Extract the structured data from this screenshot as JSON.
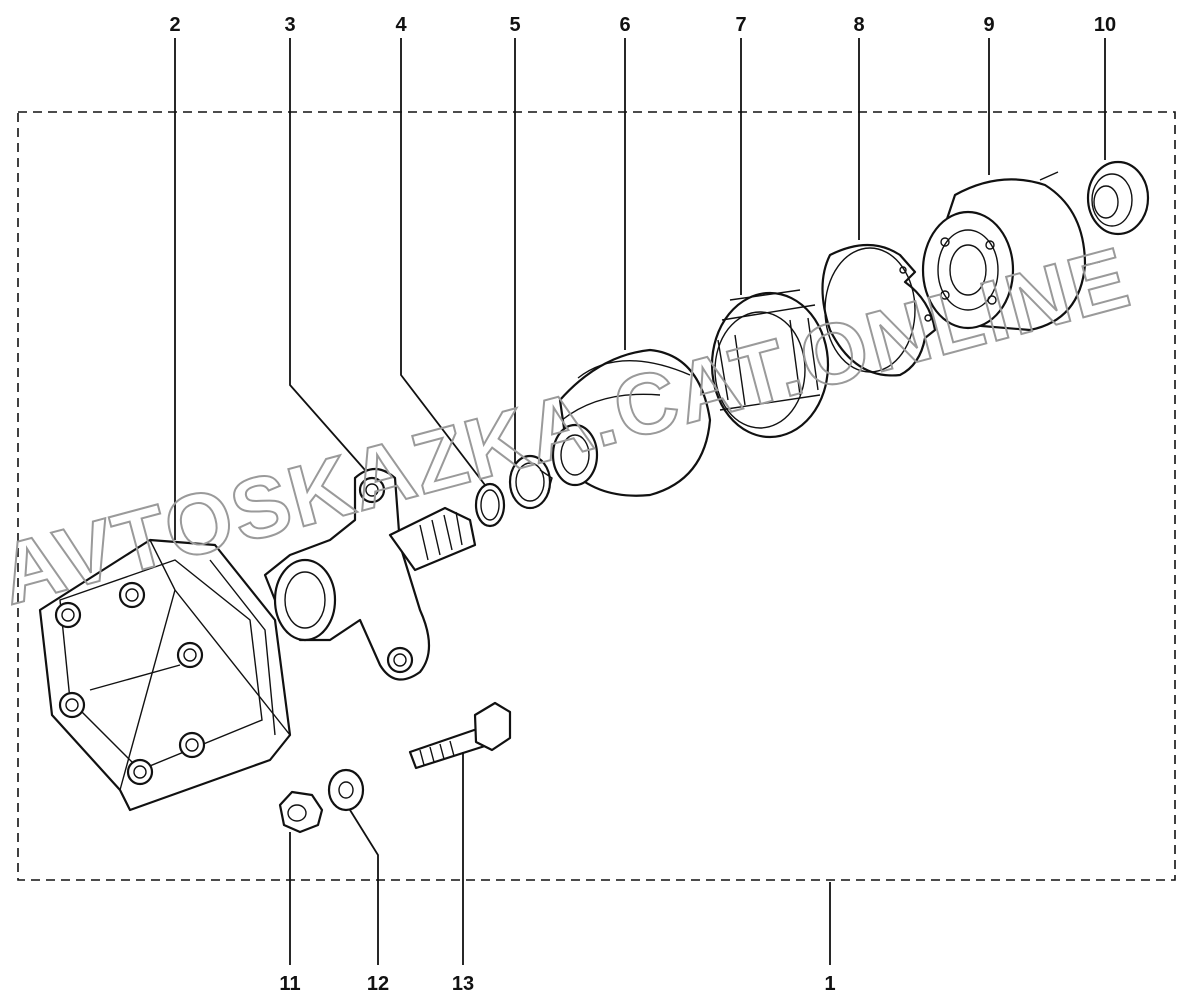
{
  "diagram": {
    "callouts": {
      "c1": "1",
      "c2": "2",
      "c3": "3",
      "c4": "4",
      "c5": "5",
      "c6": "6",
      "c7": "7",
      "c8": "8",
      "c9": "9",
      "c10": "10",
      "c11": "11",
      "c12": "12",
      "c13": "13"
    },
    "watermark": "AVTOSKAZKA.CAT.ONLINE"
  }
}
